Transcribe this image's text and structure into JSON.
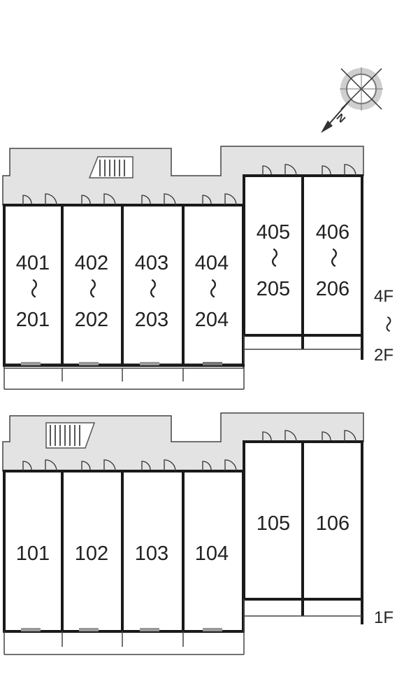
{
  "upper": {
    "units": [
      {
        "top": "401",
        "bottom": "201",
        "sep": "〜"
      },
      {
        "top": "402",
        "bottom": "202",
        "sep": "〜"
      },
      {
        "top": "403",
        "bottom": "203",
        "sep": "〜"
      },
      {
        "top": "404",
        "bottom": "204",
        "sep": "〜"
      },
      {
        "top": "405",
        "bottom": "205",
        "sep": "〜"
      },
      {
        "top": "406",
        "bottom": "206",
        "sep": "〜"
      }
    ],
    "floor_top": "4F",
    "floor_sep": "〜",
    "floor_bottom": "2F"
  },
  "lower": {
    "units": [
      "101",
      "102",
      "103",
      "104",
      "105",
      "106"
    ],
    "floor": "1F"
  },
  "compass": {
    "label": "N"
  },
  "colors": {
    "corridor": "#e3e3e3",
    "wall": "#1a1a1a",
    "stair": "#9a9a9a"
  },
  "icons": [
    "compass-icon",
    "stair-icon",
    "door-icon",
    "tilde-separator"
  ]
}
